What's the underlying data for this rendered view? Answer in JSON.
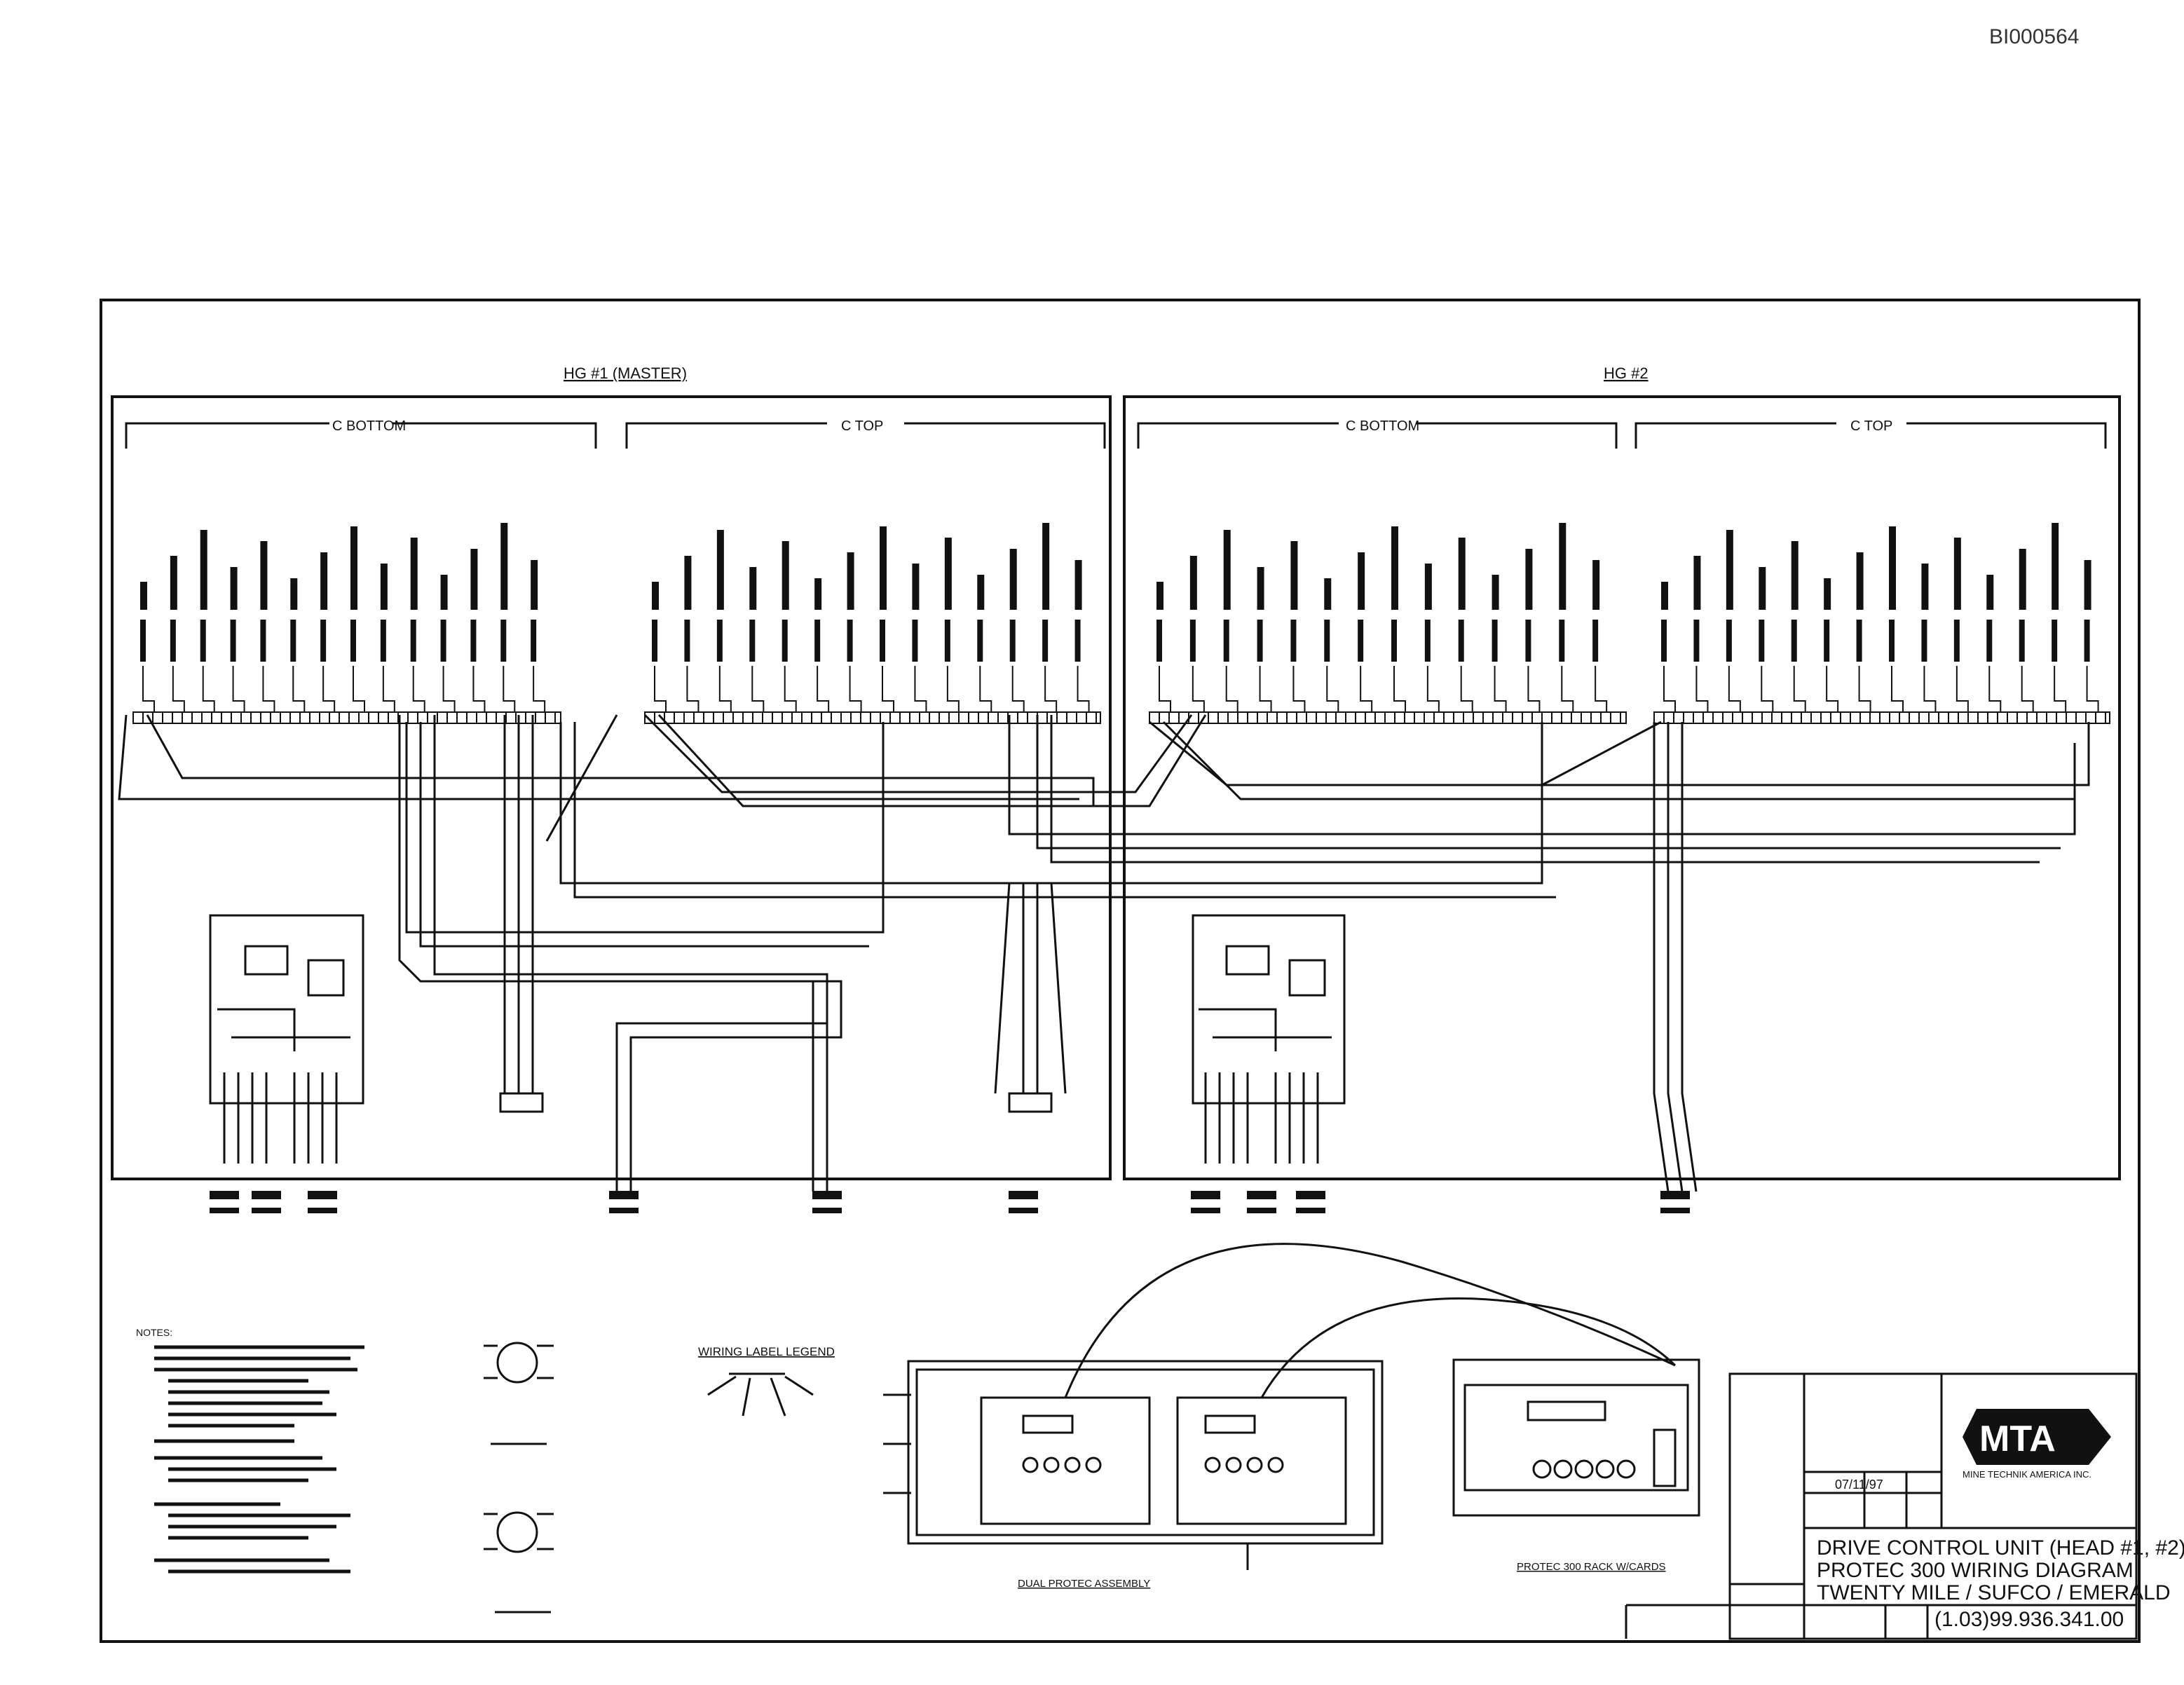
{
  "document_id": "BI000564",
  "sections": {
    "head1": {
      "title": "HG #1 (MASTER)",
      "c_bottom": "C BOTTOM",
      "c_top": "C TOP"
    },
    "head2": {
      "title": "HG #2",
      "c_bottom": "C BOTTOM",
      "c_top": "C TOP"
    }
  },
  "title_block": {
    "line1": "DRIVE CONTROL UNIT (HEAD #1, #2)",
    "line2": "PROTEC 300 WIRING DIAGRAM",
    "line3": "TWENTY MILE / SUFCO / EMERALD",
    "drawing_number": "(1.03)99.936.341.00",
    "date": "07/11/97",
    "logo": "MTA",
    "company": "MINE TECHNIK AMERICA INC."
  },
  "notes": {
    "heading": "NOTES:"
  },
  "legend": {
    "wiring_label_legend": "WIRING LABEL LEGEND"
  },
  "views": {
    "dual_protec_assembly": "DUAL PROTEC ASSEMBLY",
    "protec_rack": "PROTEC 300 RACK W/CARDS"
  }
}
